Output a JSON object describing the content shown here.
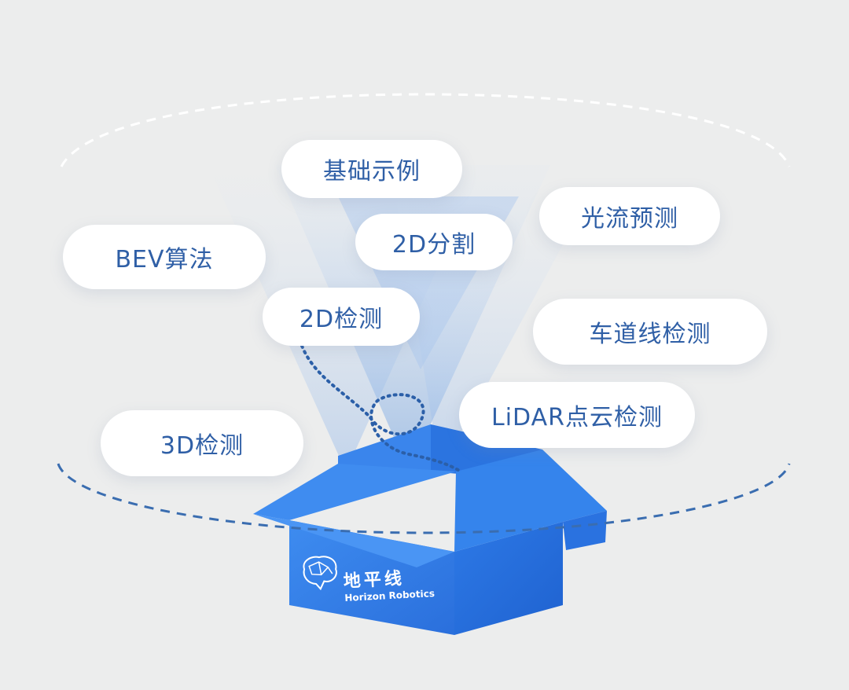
{
  "modules": {
    "basic_examples": "基础示例",
    "optical_flow": "光流预测",
    "bev": "BEV算法",
    "seg_2d": "2D分割",
    "det_2d": "2D检测",
    "lane_detection": "车道线检测",
    "lidar_detection": "LiDAR点云检测",
    "det_3d": "3D检测"
  },
  "logo": {
    "name_cn": "地平线",
    "name_en": "Horizon Robotics"
  },
  "colors": {
    "background": "#eceded",
    "box_blue": "#2f7fe8",
    "accent_text": "#2f5fa6",
    "dashed_line": "#3a6db0"
  },
  "icons": [
    "brain-logo-icon"
  ]
}
